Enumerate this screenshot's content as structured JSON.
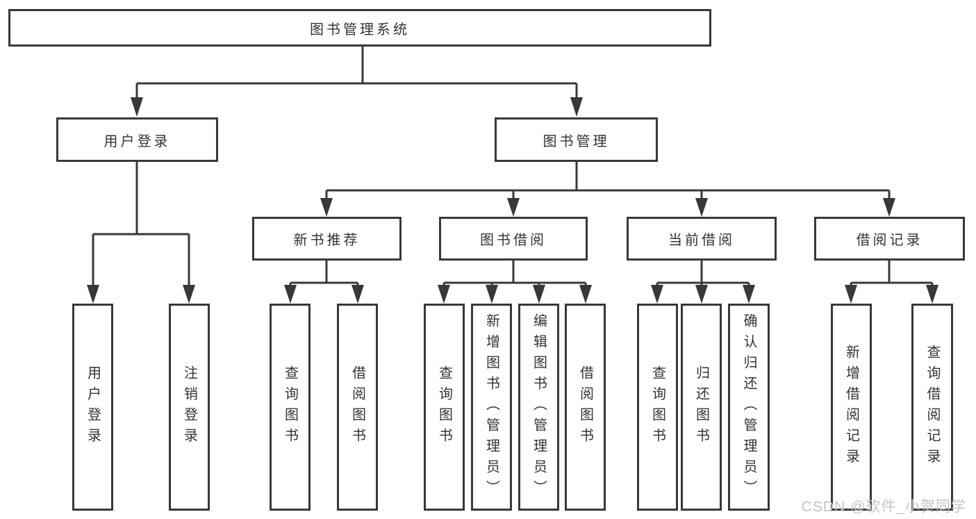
{
  "tree": {
    "root": {
      "label": "图书管理系统",
      "children": [
        {
          "label": "用户登录",
          "children": [
            {
              "label": "用户登录"
            },
            {
              "label": "注销登录"
            }
          ]
        },
        {
          "label": "图书管理",
          "children": [
            {
              "label": "新书推荐",
              "children": [
                {
                  "label": "查询图书"
                },
                {
                  "label": "借阅图书"
                }
              ]
            },
            {
              "label": "图书借阅",
              "children": [
                {
                  "label": "查询图书"
                },
                {
                  "label": "新增图书（管理员）"
                },
                {
                  "label": "编辑图书（管理员）"
                },
                {
                  "label": "借阅图书"
                }
              ]
            },
            {
              "label": "当前借阅",
              "children": [
                {
                  "label": "查询图书"
                },
                {
                  "label": "归还图书"
                },
                {
                  "label": "确认归还（管理员）"
                }
              ]
            },
            {
              "label": "借阅记录",
              "children": [
                {
                  "label": "新增借阅记录"
                },
                {
                  "label": "查询借阅记录"
                }
              ]
            }
          ]
        }
      ]
    }
  },
  "watermark": {
    "text": "CSDN @软件_小贺同学"
  },
  "colors": {
    "line": "#383838",
    "box_border": "#383838",
    "text": "#333333",
    "watermark": "#c4c4c4",
    "background": "#ffffff"
  }
}
